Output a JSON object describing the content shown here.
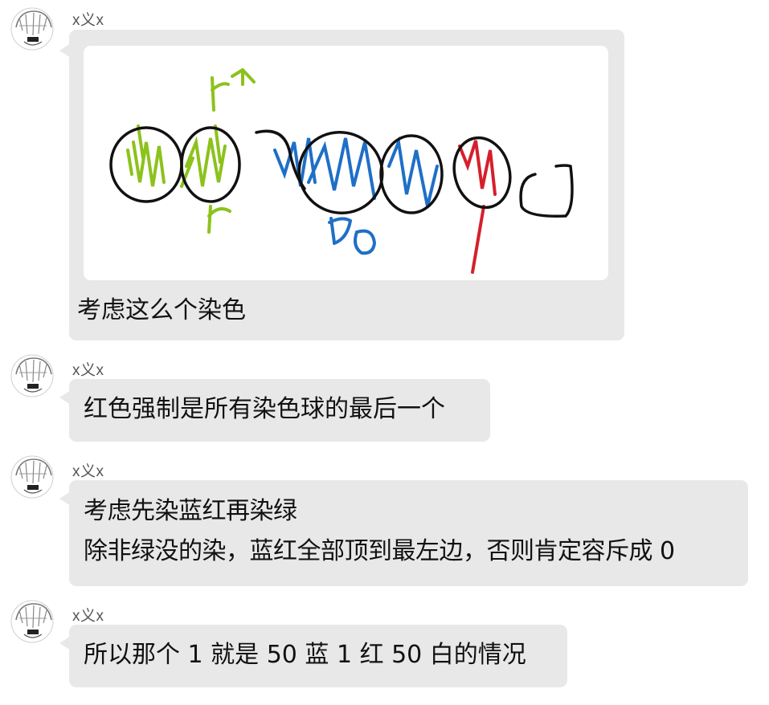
{
  "messages": [
    {
      "sender": "x义x",
      "image_caption": "考虑这么个染色",
      "drawing": {
        "labels": [
          "r个",
          "r",
          "50",
          "1"
        ],
        "colors": {
          "green": "#8cc21c",
          "blue": "#1f6fc7",
          "red": "#d61f2c",
          "ink": "#111111"
        }
      }
    },
    {
      "sender": "x义x",
      "lines": [
        "红色强制是所有染色球的最后一个"
      ]
    },
    {
      "sender": "x义x",
      "lines": [
        "考虑先染蓝红再染绿",
        "除非绿没的染，蓝红全部顶到最左边，否则肯定容斥成 0"
      ]
    },
    {
      "sender": "x义x",
      "lines": [
        "所以那个 1 就是 50 蓝 1 红 50 白的情况"
      ]
    }
  ],
  "colors": {
    "bubble": "#e8e8e8",
    "background": "#ffffff",
    "sender_text": "#555555"
  }
}
